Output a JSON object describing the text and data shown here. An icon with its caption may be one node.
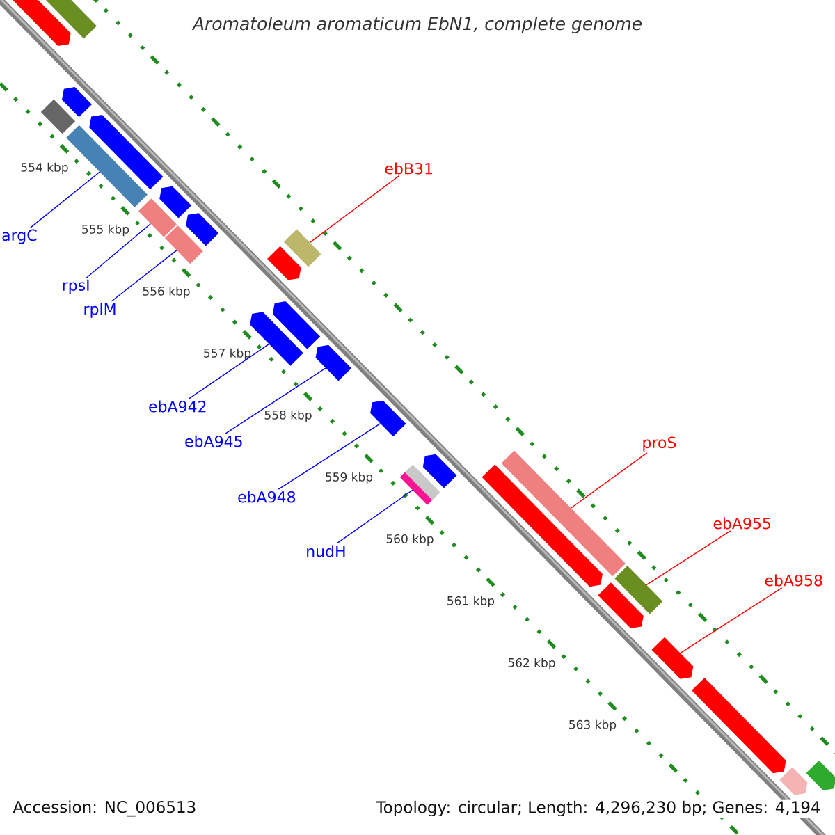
{
  "diagram": {
    "title": "Aromatoleum aromaticum EbN1, complete genome",
    "nodes": [
      {
        "text": [
          "ebB31"
        ]
      },
      {
        "text": [
          "argC"
        ]
      },
      {
        "text": [
          "rpsI"
        ]
      },
      {
        "text": [
          "rplM"
        ]
      },
      {
        "text": [
          "ebA942"
        ]
      },
      {
        "text": [
          "ebA945"
        ]
      },
      {
        "text": [
          "proS"
        ]
      },
      {
        "text": [
          "ebA948"
        ]
      },
      {
        "text": [
          "ebA955"
        ]
      },
      {
        "text": [
          "nudH"
        ]
      },
      {
        "text": [
          "ebA958"
        ]
      },
      {
        "text": [],
        "shape": "arrow"
      },
      {
        "text": [],
        "shape": "box"
      },
      {
        "text": [],
        "shape": "box"
      },
      {
        "text": [],
        "shape": "arrow"
      },
      {
        "text": [],
        "shape": "box"
      },
      {
        "text": [],
        "shape": "arrow"
      },
      {
        "text": [],
        "shape": "box"
      },
      {
        "text": [],
        "shape": "arrow"
      },
      {
        "text": [],
        "shape": "box"
      },
      {
        "text": [],
        "shape": "arrow"
      },
      {
        "text": [],
        "shape": "arrow"
      },
      {
        "text": [],
        "shape": "box"
      },
      {
        "text": [],
        "shape": "arrow"
      },
      {
        "text": [],
        "shape": "arrow"
      },
      {
        "text": [],
        "shape": "arrow"
      },
      {
        "text": [],
        "shape": "arrow"
      },
      {
        "text": [],
        "shape": "box"
      },
      {
        "text": [],
        "shape": "arrow"
      },
      {
        "text": [],
        "shape": "arrow"
      },
      {
        "text": [],
        "shape": "box"
      },
      {
        "text": [],
        "shape": "arrow"
      },
      {
        "text": [],
        "shape": "box"
      },
      {
        "text": [],
        "shape": "arrow"
      },
      {
        "text": [],
        "shape": "arrow"
      },
      {
        "text": [],
        "shape": "arrow"
      },
      {
        "text": [],
        "shape": "arrow"
      }
    ],
    "edges": [
      {
        "from": 0,
        "to": 22,
        "arrow": "none",
        "color": "#ff0000"
      },
      {
        "from": 1,
        "to": 15,
        "arrow": "none"
      },
      {
        "from": 2,
        "to": 17,
        "arrow": "none"
      },
      {
        "from": 3,
        "to": 19,
        "arrow": "none"
      },
      {
        "from": 4,
        "to": 23,
        "arrow": "none"
      },
      {
        "from": 5,
        "to": 25,
        "arrow": "none"
      },
      {
        "from": 6,
        "to": 30,
        "arrow": "none",
        "color": "#ff0000"
      },
      {
        "from": 7,
        "to": 26,
        "arrow": "none"
      },
      {
        "from": 8,
        "to": 32,
        "arrow": "none",
        "color": "#ff0000"
      },
      {
        "from": 9,
        "to": 27,
        "arrow": "none"
      },
      {
        "from": 10,
        "to": 33,
        "arrow": "none",
        "color": "#ff0000"
      }
    ],
    "labels": [
      "554 kbp",
      "555 kbp",
      "556 kbp",
      "557 kbp",
      "558 kbp",
      "559 kbp",
      "560 kbp",
      "561 kbp",
      "562 kbp",
      "563 kbp",
      "Accession: NC_006513",
      "Topology: circular; Length: 4,296,230 bp; Genes: 4,194"
    ]
  }
}
